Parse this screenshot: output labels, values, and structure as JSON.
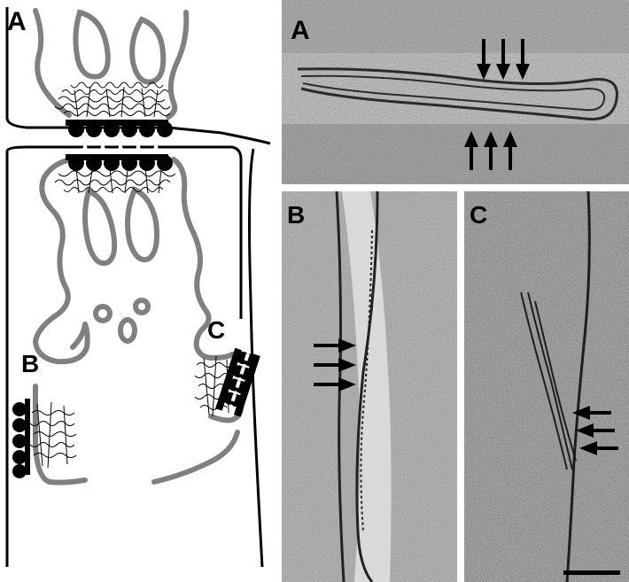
{
  "figure": {
    "schematic": {
      "label_main": "A",
      "label_b": "B",
      "label_c": "C",
      "membrane_color": "#808080",
      "line_color": "#000000"
    },
    "micrographs": [
      {
        "label": "A",
        "arrows": 6,
        "scale_bar": false
      },
      {
        "label": "B",
        "arrows": 3,
        "scale_bar": false
      },
      {
        "label": "C",
        "arrows": 3,
        "scale_bar": true
      }
    ]
  }
}
